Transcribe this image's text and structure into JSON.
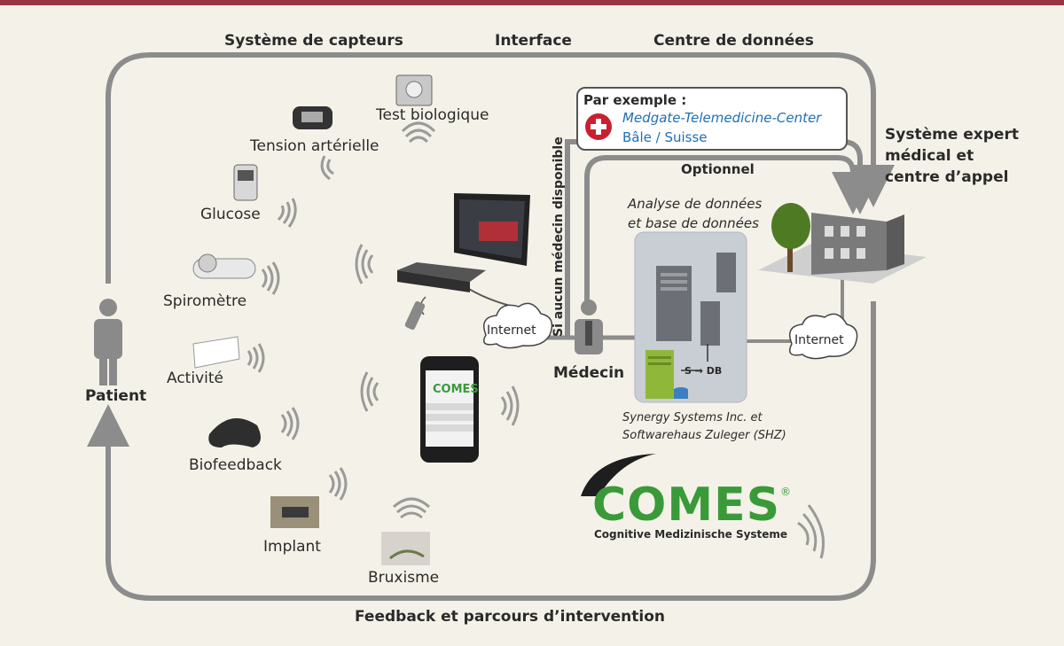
{
  "colors": {
    "top_bar": "#9b3542",
    "background": "#f4f2e8",
    "loop_line": "#8c8c8c",
    "link_blue": "#1f6fb5",
    "cross_red": "#c8202f",
    "comes_green": "#3a9a3a"
  },
  "headers": {
    "sensors": "Système de capteurs",
    "interface": "Interface",
    "data_center": "Centre de données",
    "expert_system": [
      "Système expert",
      "médical et",
      "centre d’appel"
    ],
    "feedback": "Feedback et parcours d’intervention"
  },
  "sensors": [
    {
      "label": "Test biologique",
      "icon": "test-kit-icon"
    },
    {
      "label": "Tension artérielle",
      "icon": "blood-pressure-monitor-icon"
    },
    {
      "label": "Glucose",
      "icon": "glucometer-icon"
    },
    {
      "label": "Spiromètre",
      "icon": "spirometer-icon"
    },
    {
      "label": "Activité",
      "icon": "activity-tracker-icon"
    },
    {
      "label": "Biofeedback",
      "icon": "headband-icon"
    },
    {
      "label": "Implant",
      "icon": "implant-icon"
    },
    {
      "label": "Bruxisme",
      "icon": "bruxism-splint-icon"
    }
  ],
  "patient": {
    "label": "Patient",
    "icon": "person-icon"
  },
  "physician": {
    "label": "Médecin",
    "icon": "doctor-icon"
  },
  "internet_labels": [
    "Internet",
    "Internet"
  ],
  "callout": {
    "title": "Par exemple :",
    "line1": "Medgate-Telemedicine-Center",
    "line2": "Bâle / Suisse",
    "icon": "medical-cross-icon"
  },
  "optional": "Optionnel",
  "no_doctor": "Si aucun médecin disponible",
  "analysis": {
    "title_line1": "Analyse de données",
    "title_line2": "et base de données",
    "s_db": "S → DB",
    "caption_line1": "Synergy Systems Inc. et",
    "caption_line2": "Softwarehaus Zuleger (SHZ)"
  },
  "logo": {
    "name": "COMES",
    "registered": "®",
    "tagline": "Cognitive Medizinische Systeme"
  },
  "phone_app": {
    "logo": "COMES"
  }
}
